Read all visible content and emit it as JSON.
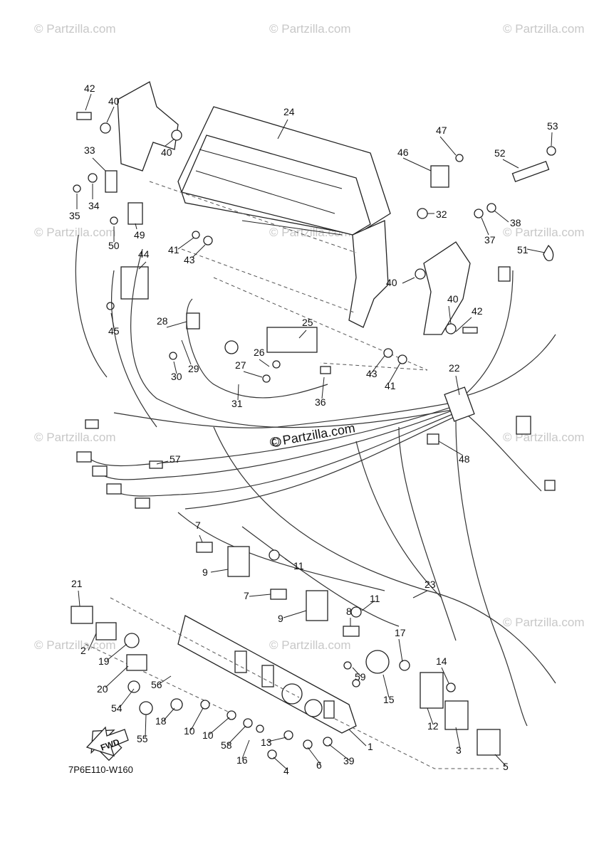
{
  "watermark": "© Partzilla.com",
  "brand_stamp": "© Partzilla.com",
  "diagram_code": "7P6E110-W160",
  "fwd_label": "FWD",
  "callouts": [
    "42",
    "40",
    "40",
    "24",
    "47",
    "46",
    "53",
    "52",
    "33",
    "35",
    "34",
    "32",
    "38",
    "37",
    "49",
    "50",
    "41",
    "43",
    "44",
    "51",
    "40",
    "42",
    "40",
    "45",
    "28",
    "25",
    "26",
    "27",
    "30",
    "29",
    "43",
    "41",
    "22",
    "36",
    "31",
    "48",
    "57",
    "7",
    "9",
    "11",
    "7",
    "23",
    "11",
    "8",
    "9",
    "21",
    "17",
    "2",
    "19",
    "14",
    "59",
    "20",
    "15",
    "56",
    "3",
    "54",
    "18",
    "12",
    "10",
    "10",
    "55",
    "58",
    "13",
    "1",
    "16",
    "6",
    "39",
    "4",
    "5"
  ]
}
